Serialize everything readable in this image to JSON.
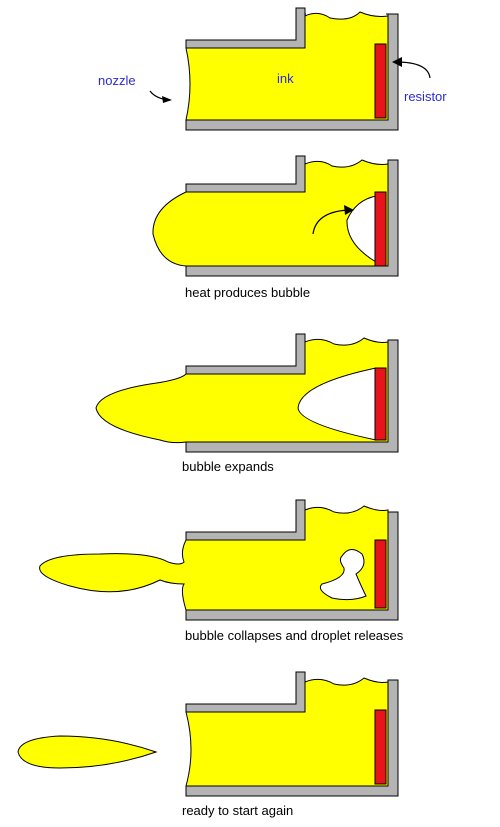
{
  "labels": {
    "nozzle": "nozzle",
    "ink": "ink",
    "resistor": "resistor"
  },
  "captions": {
    "stage2": "heat produces bubble",
    "stage3": "bubble expands",
    "stage4": "bubble collapses and droplet releases",
    "stage5": "ready to start again"
  },
  "colors": {
    "ink": "#ffff00",
    "wall": "#b4b4b4",
    "resistor": "#e8141c",
    "label_blue": "#2b2bd6"
  }
}
